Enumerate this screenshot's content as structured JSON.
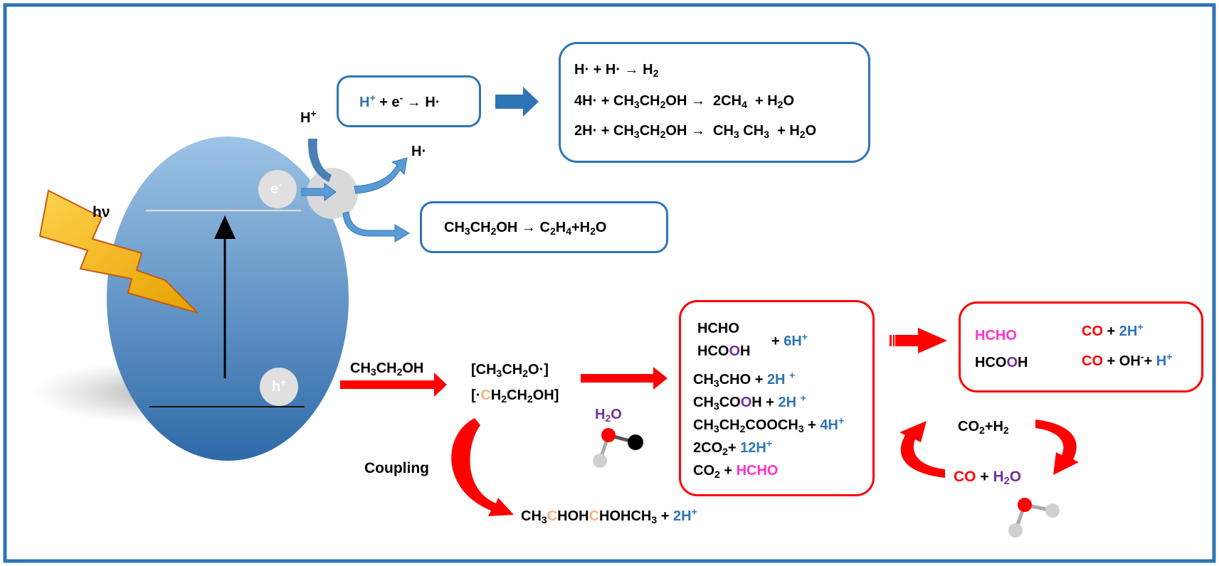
{
  "colors": {
    "frame": "#2e75b6",
    "blue_text": "#2e75b6",
    "red": "#ff0000",
    "purple": "#7030a0",
    "pink": "#ff33cc",
    "orange": "#f4b183",
    "ellipse_top": "#9dc3e6",
    "ellipse_bottom": "#2e6aa8",
    "lightning": "#ffc000"
  },
  "icons": {
    "lightning": "lightning-bolt-icon",
    "water_molecule": "water-molecule-icon"
  },
  "labels": {
    "hv": "hν",
    "electron": "e",
    "electron_sup": "-",
    "hole": "h",
    "hole_sup": "+",
    "hplus": "H",
    "hplus_sup": "+",
    "hdot": "H·",
    "coupling": "Coupling",
    "ethanol": "CH3CH2OH"
  },
  "equations": {
    "h_formation": "H+ + e- → H·",
    "h_reactions": [
      "H· + H· → H2",
      "4H· + CH3CH2OH → 2CH4 + H2O",
      "2H· + CH3CH2OH → CH3CH3 + H2O"
    ],
    "dehydration": "CH3CH2OH → C2H4+H2O",
    "radicals": [
      "[CH3CH2O·]",
      "[·CH2CH2OH]"
    ],
    "water_label": "H2O",
    "products": [
      "HCHO",
      "HCOOH",
      "+ 6H+",
      "CH3CHO + 2H +",
      "CH3COOH + 2H +",
      "CH3CH2COOCH3 + 4H+",
      "2CO2+ 12H+",
      "CO2 + HCHO"
    ],
    "decomposition": [
      "HCHO → CO + 2H+",
      "HCOOH → CO + OH-+ H+"
    ],
    "cycle_top": "CO2+H2",
    "cycle_bottom": "CO + H2O",
    "coupling_product": "CH3CHOHCHOHCH3 + 2H+"
  }
}
